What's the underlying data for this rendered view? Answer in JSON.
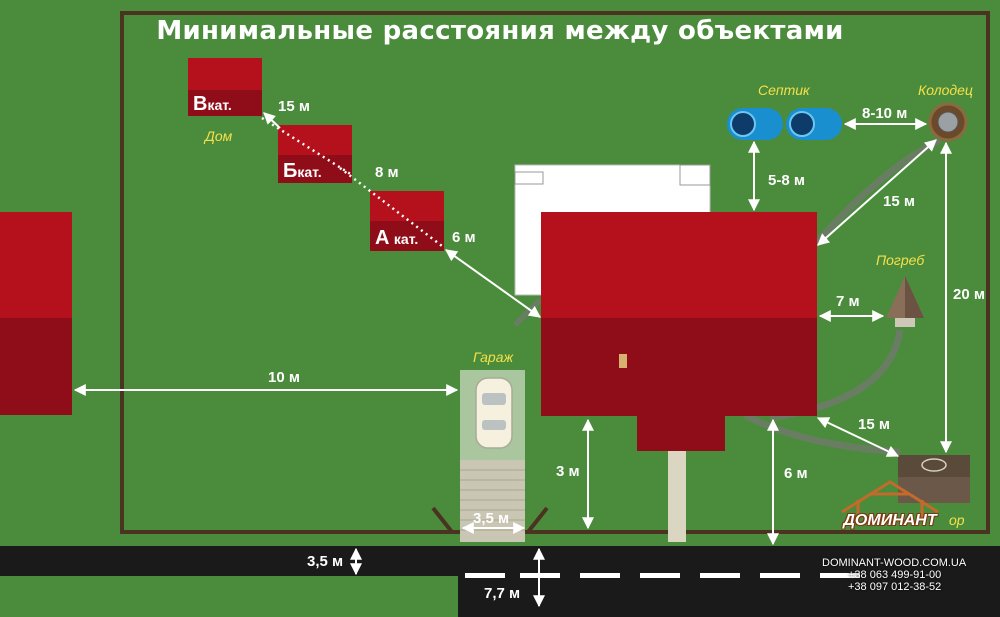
{
  "title": "Минимальные расстояния между объектами",
  "labels": {
    "house": "Дом",
    "garage": "Гараж",
    "septic": "Септик",
    "well": "Колодец",
    "cellar": "Погреб",
    "barn_partial": "ор"
  },
  "categories": [
    {
      "letter": "В",
      "suffix": "кат."
    },
    {
      "letter": "Б",
      "suffix": "кат."
    },
    {
      "letter": "А",
      "suffix": "кат."
    }
  ],
  "distances": {
    "v_b": "15 м",
    "b_a": "8 м",
    "a_house": "6 м",
    "neighbor_garage": "10 м",
    "septic_well": "8-10 м",
    "septic_house": "5-8 м",
    "well_house": "15 м",
    "well_barn": "20 м",
    "cellar_house": "7 м",
    "barn_house": "15 м",
    "house_fence": "3 м",
    "house_road": "6 м",
    "gate_width": "3,5 м",
    "fence_road": "3,5 м",
    "road_width": "7,7 м"
  },
  "brand": {
    "name": "ДОМИНАНТ",
    "site": "DOMINANT-WOOD.COM.UA",
    "phone1": "+38 063 499-91-00",
    "phone2": "+38 097 012-38-52"
  },
  "colors": {
    "grass": "#4b8b3c",
    "roof_light": "#b5111c",
    "roof_dark": "#8e0d18",
    "fence": "#4a3320",
    "road": "#1a1a1a",
    "arrow": "#ffffff",
    "label_yellow": "#f4e04a",
    "septic": "#1a8fd0"
  }
}
